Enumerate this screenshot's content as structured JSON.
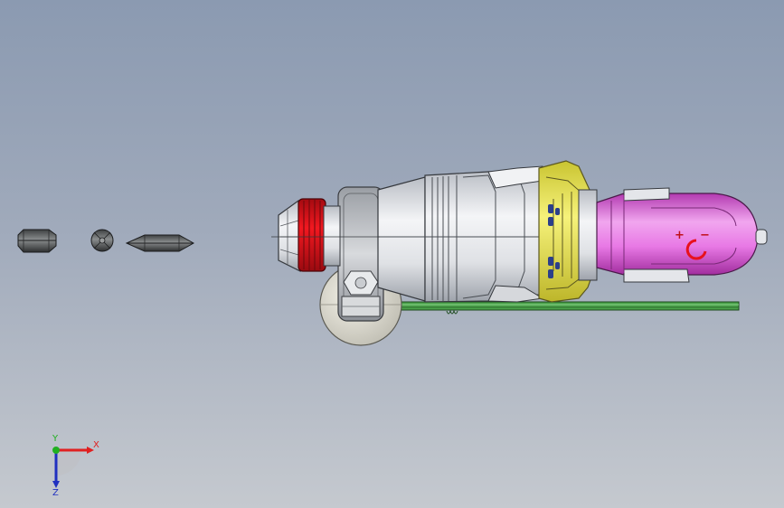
{
  "viewport": {
    "background_top": "#8b9ab1",
    "background_bottom": "#c5c9cf"
  },
  "model": {
    "battery_plus": "+",
    "battery_minus": "−",
    "colors": {
      "chuck_red": "#e8111c",
      "body_silver": "#e4e6ea",
      "collar_yellow": "#f0ec68",
      "battery_magenta": "#e86fe6",
      "rail_green": "#4aa24a",
      "bit_dark": "#5b5e5f"
    },
    "parts": [
      "hex-bit",
      "round-bit",
      "flat-bit",
      "drill-body",
      "chuck",
      "handle-clamp",
      "battery-pack",
      "green-rail"
    ]
  },
  "triad": {
    "x_label": "X",
    "y_label": "Y",
    "z_label": "Z",
    "x_color": "#e02020",
    "y_color": "#20b020",
    "z_color": "#2030c0"
  }
}
